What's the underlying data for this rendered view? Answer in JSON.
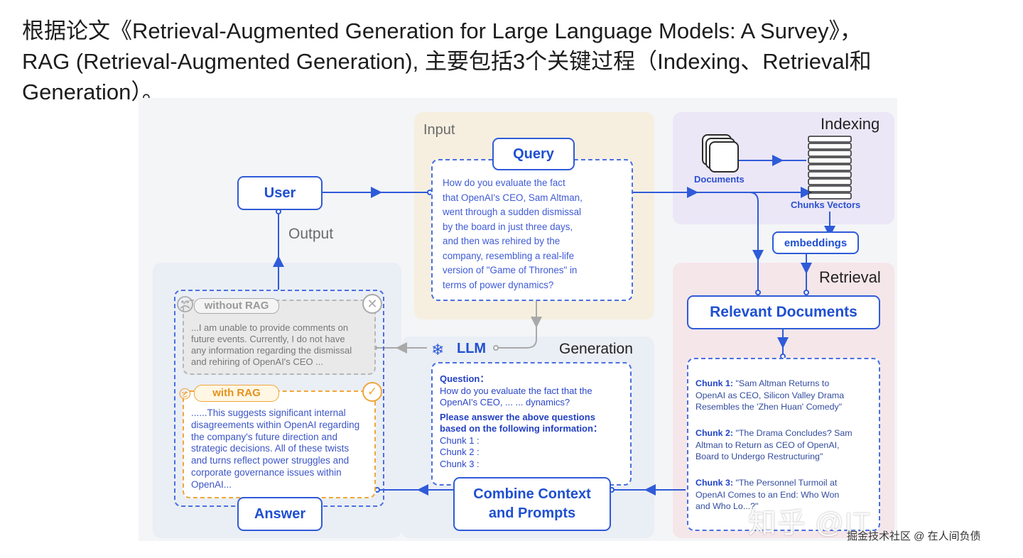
{
  "heading": {
    "line1": "根据论文《Retrieval-Augmented Generation for Large Language Models: A Survey》，",
    "line2": "RAG (Retrieval-Augmented Generation), 主要包括3个关键过程（Indexing、Retrieval和",
    "line3": "Generation）。"
  },
  "diagram": {
    "input_label": "Input",
    "query_label": "Query",
    "query_text": [
      "How do you evaluate the fact",
      "that OpenAI's CEO, Sam Altman,",
      "went through a sudden dismissal",
      "by the board in just three days,",
      "and then was rehired by the",
      "company, resembling a real-life",
      "version of \"Game of Thrones\" in",
      "terms of power dynamics?"
    ],
    "user_label": "User",
    "output_label": "Output",
    "indexing_label": "Indexing",
    "documents_label": "Documents",
    "chunks_vectors_label": "Chunks Vectors",
    "embeddings_label": "embeddings",
    "retrieval_label": "Retrieval",
    "relevant_documents_label": "Relevant Documents",
    "chunks": [
      {
        "title": "Chunk 1:",
        "line1": " \"Sam Altman Returns to",
        "line2": "OpenAI as CEO, Silicon Valley Drama",
        "line3": "Resembles the 'Zhen Huan' Comedy\""
      },
      {
        "title": "Chunk 2:",
        "line1": " \"The Drama Concludes? Sam",
        "line2": "Altman to Return as CEO of OpenAI,",
        "line3": "Board to Undergo Restructuring\""
      },
      {
        "title": "Chunk 3:",
        "line1": " \"The Personnel Turmoil at",
        "line2": "OpenAI Comes to an End: Who Won",
        "line3": "and Who Lo...?\""
      }
    ],
    "llm_label": "LLM",
    "generation_label": "Generation",
    "prompt": {
      "question_label": "Question：",
      "question_line1": "How do you evaluate the fact that the",
      "question_line2": "OpenAI's CEO, ... ... dynamics?",
      "instruction_line1": "Please answer the above questions",
      "instruction_line2": "based on the following information：",
      "chunk1": "Chunk 1 :",
      "chunk2": "Chunk 2 :",
      "chunk3": "Chunk 3 :"
    },
    "combine_label_line1": "Combine Context",
    "combine_label_line2": "and Prompts",
    "answer_label": "Answer",
    "without_rag_label": "without RAG",
    "without_rag_text": [
      "...I am unable to provide comments on",
      "future events. Currently, I do not have",
      "any information regarding the dismissal",
      "and rehiring of OpenAI's CEO ..."
    ],
    "with_rag_label": "with RAG",
    "with_rag_text": [
      "......This suggests significant internal",
      "disagreements within OpenAI regarding",
      "the company's future direction and",
      "strategic decisions. All of these twists",
      "and turns reflect power struggles and",
      "corporate governance issues within",
      "OpenAI..."
    ]
  },
  "watermark": "知乎 @IT果果日记",
  "footer": "掘金技术社区 @ 在人间负债",
  "colors": {
    "accent_blue": "#2f5bd8",
    "orange": "#f0a63a",
    "grey": "#9a9a9a"
  }
}
